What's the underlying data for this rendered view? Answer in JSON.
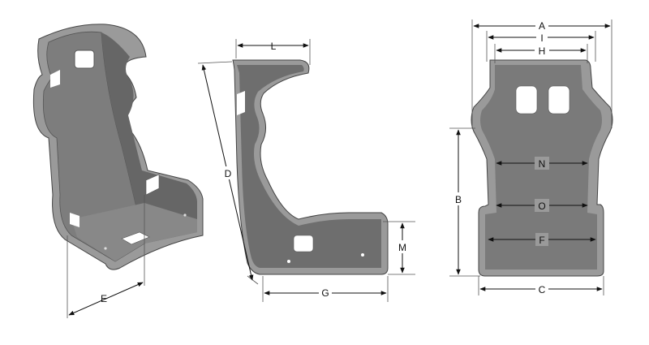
{
  "colors": {
    "shell_outer": "#9a9a9a",
    "shell_inner": "#727272",
    "shell_dark": "#5c5c5c",
    "outline": "#444444",
    "dimension_line": "#111111"
  },
  "dimensions": {
    "A": "A",
    "I": "I",
    "H": "H",
    "N": "N",
    "O": "O",
    "F": "F",
    "C": "C",
    "B": "B",
    "L": "L",
    "D": "D",
    "M": "M",
    "G": "G",
    "E": "E"
  }
}
